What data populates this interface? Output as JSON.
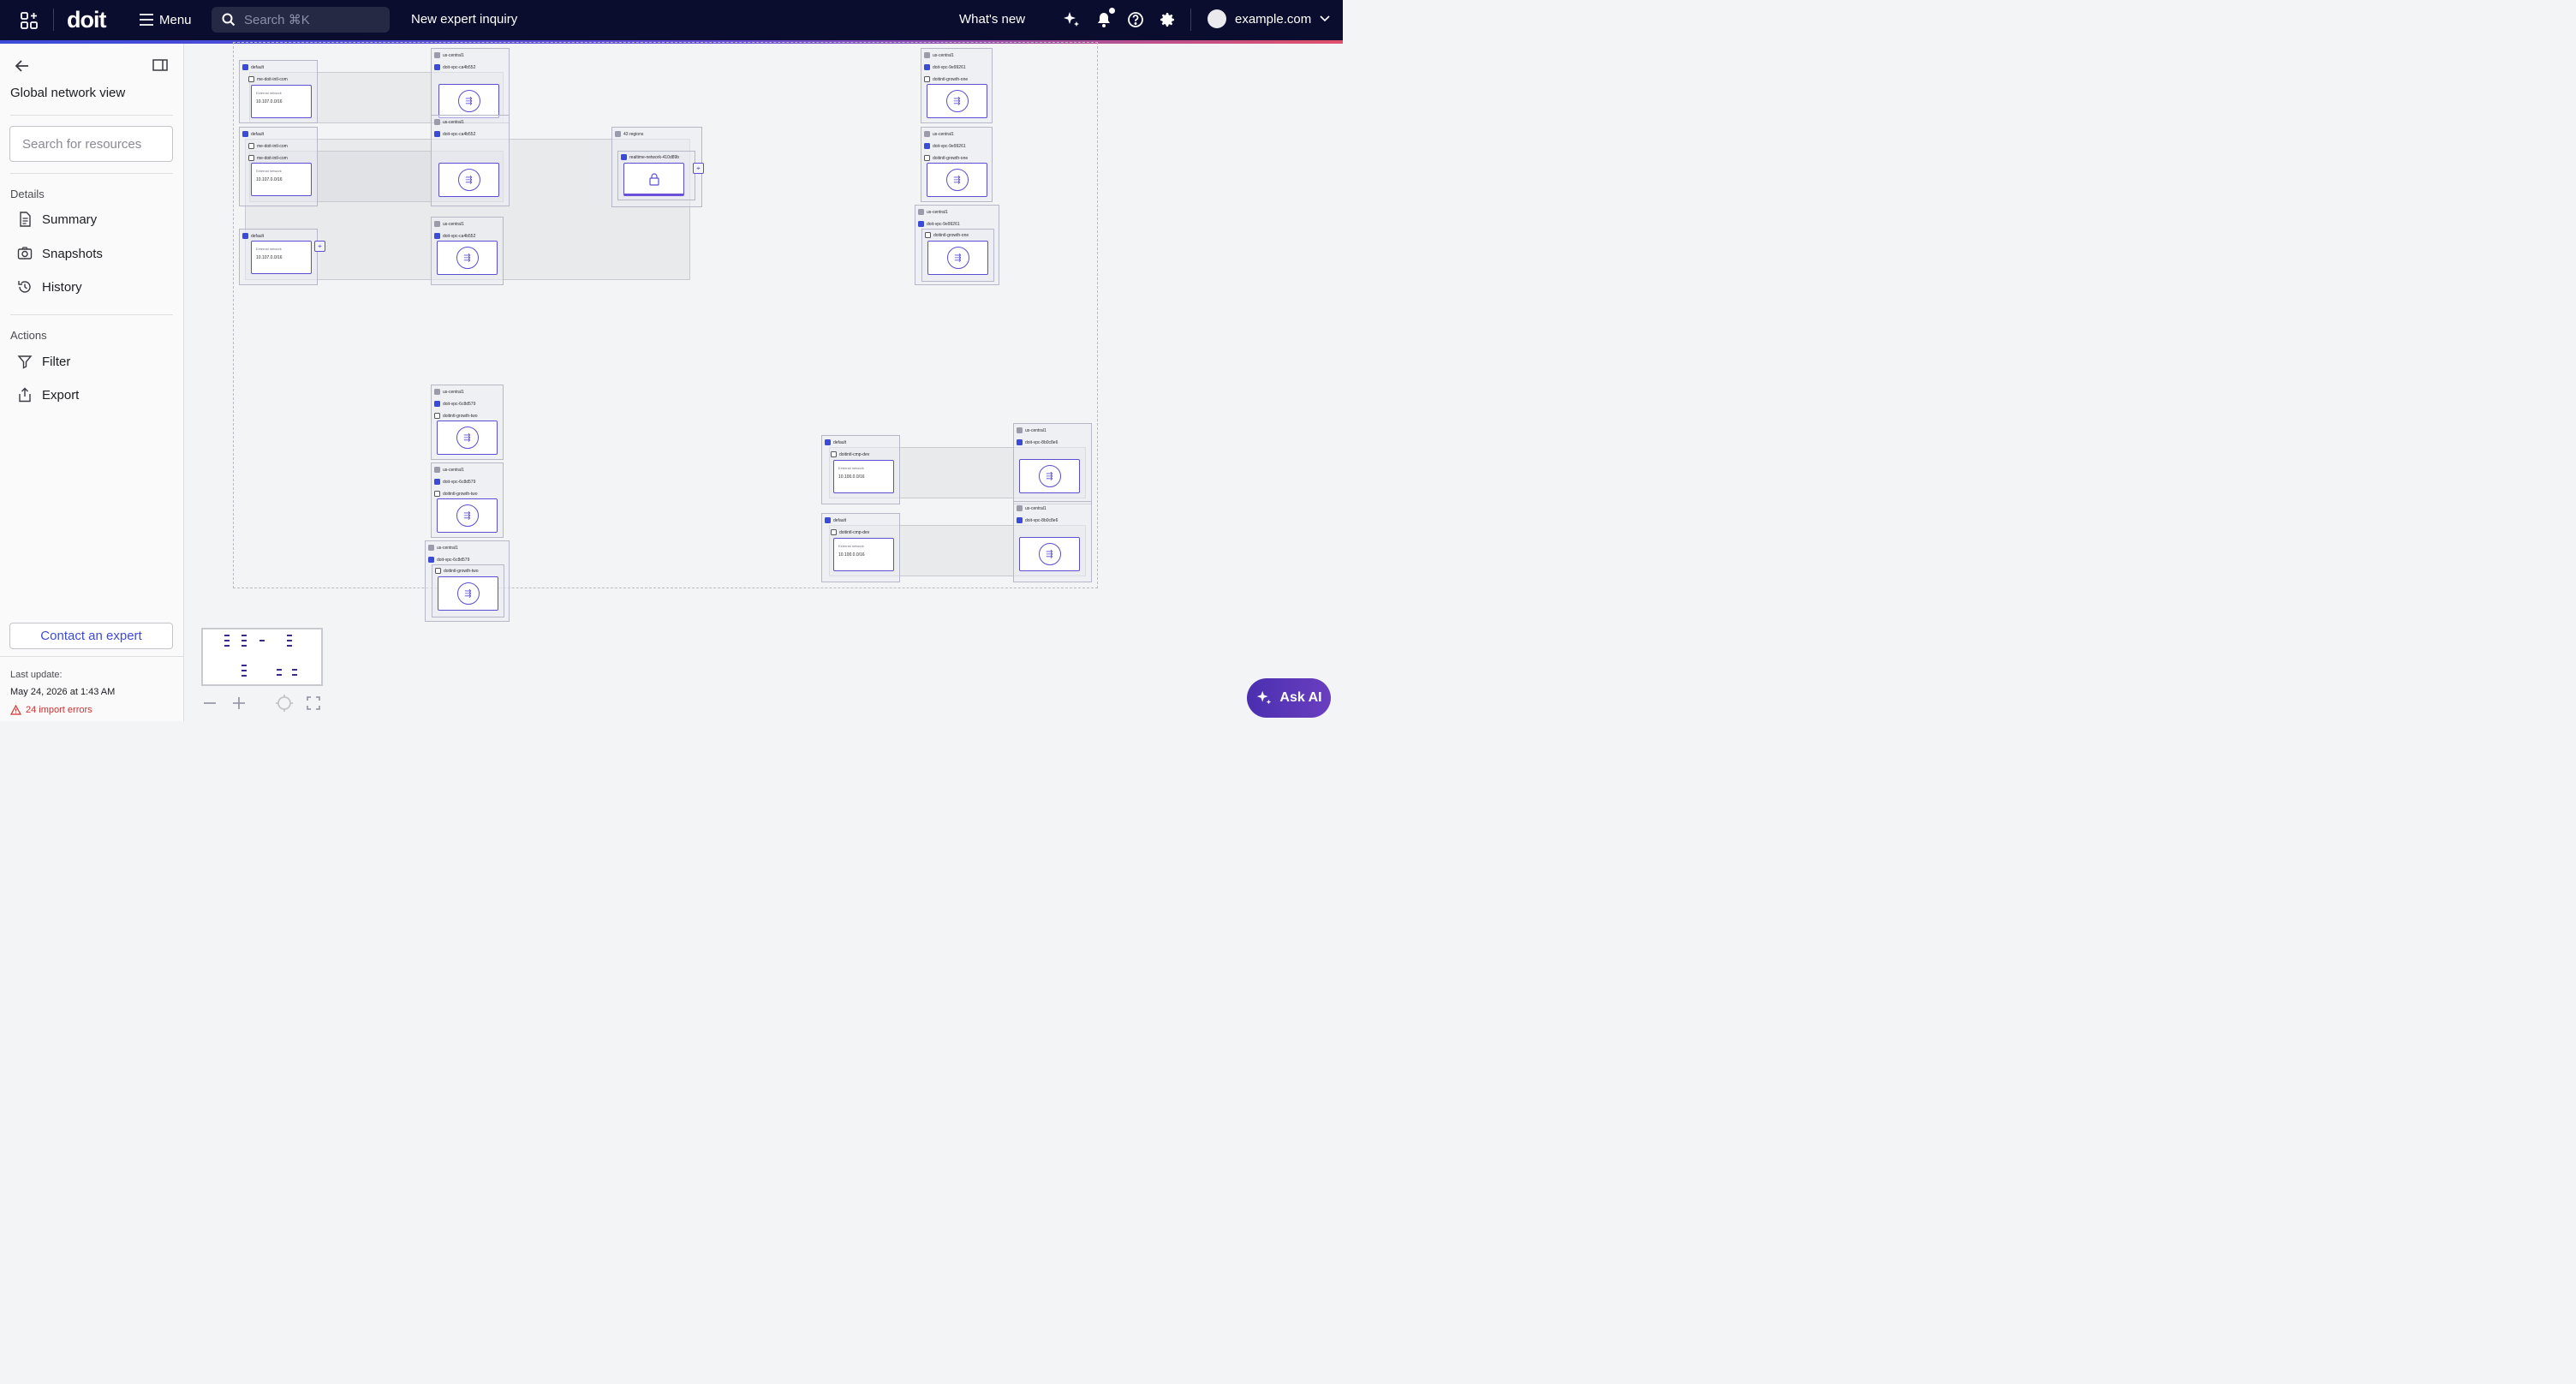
{
  "topbar": {
    "logo_text": "doit",
    "menu_label": "Menu",
    "search_placeholder": "Search ⌘K",
    "inquiry_label": "New expert inquiry",
    "whats_new_label": "What's new",
    "account_name": "example.com"
  },
  "sidebar": {
    "title": "Global network view",
    "search_placeholder": "Search for resources",
    "details_heading": "Details",
    "details_items": [
      {
        "label": "Summary",
        "icon": "document-icon"
      },
      {
        "label": "Snapshots",
        "icon": "camera-icon"
      },
      {
        "label": "History",
        "icon": "history-icon"
      }
    ],
    "actions_heading": "Actions",
    "actions_items": [
      {
        "label": "Filter",
        "icon": "filter-icon"
      },
      {
        "label": "Export",
        "icon": "export-icon"
      }
    ],
    "contact_label": "Contact an expert",
    "last_update_label": "Last update:",
    "last_update_value": "May 24, 2026 at 1:43 AM",
    "import_errors": "24 import errors"
  },
  "diagram": {
    "default_label": "default",
    "us_central_label": "us-central1",
    "regions_label": "43 regions",
    "external_network_label": "External network",
    "vpc_a": "doit-vpc-ca4b552",
    "vpc_b": "doit-vpc-9e99261",
    "vpc_c": "doit-vpc-6c8d579",
    "vpc_d": "doit-vpc-8b0c8e6",
    "subnet_me": "me-doit-intl-com",
    "subnet_growth_one": "doitintl-growth-one",
    "subnet_growth_two": "doitintl-growth-two",
    "subnet_cmp_dev": "doitintl-cmp-dev",
    "realtime_network": "realtime-network-410d89b",
    "cidr_a": "10.107.0.0/16",
    "cidr_b": "10.100.0.0/16"
  },
  "ask_ai_label": "Ask AI",
  "colors": {
    "topbar_bg": "#0b0d2f",
    "accent": "#3b4bd8",
    "router_border": "#5a4fd1",
    "error": "#d32f2f",
    "ask_ai_bg": "#4a2fb0"
  }
}
